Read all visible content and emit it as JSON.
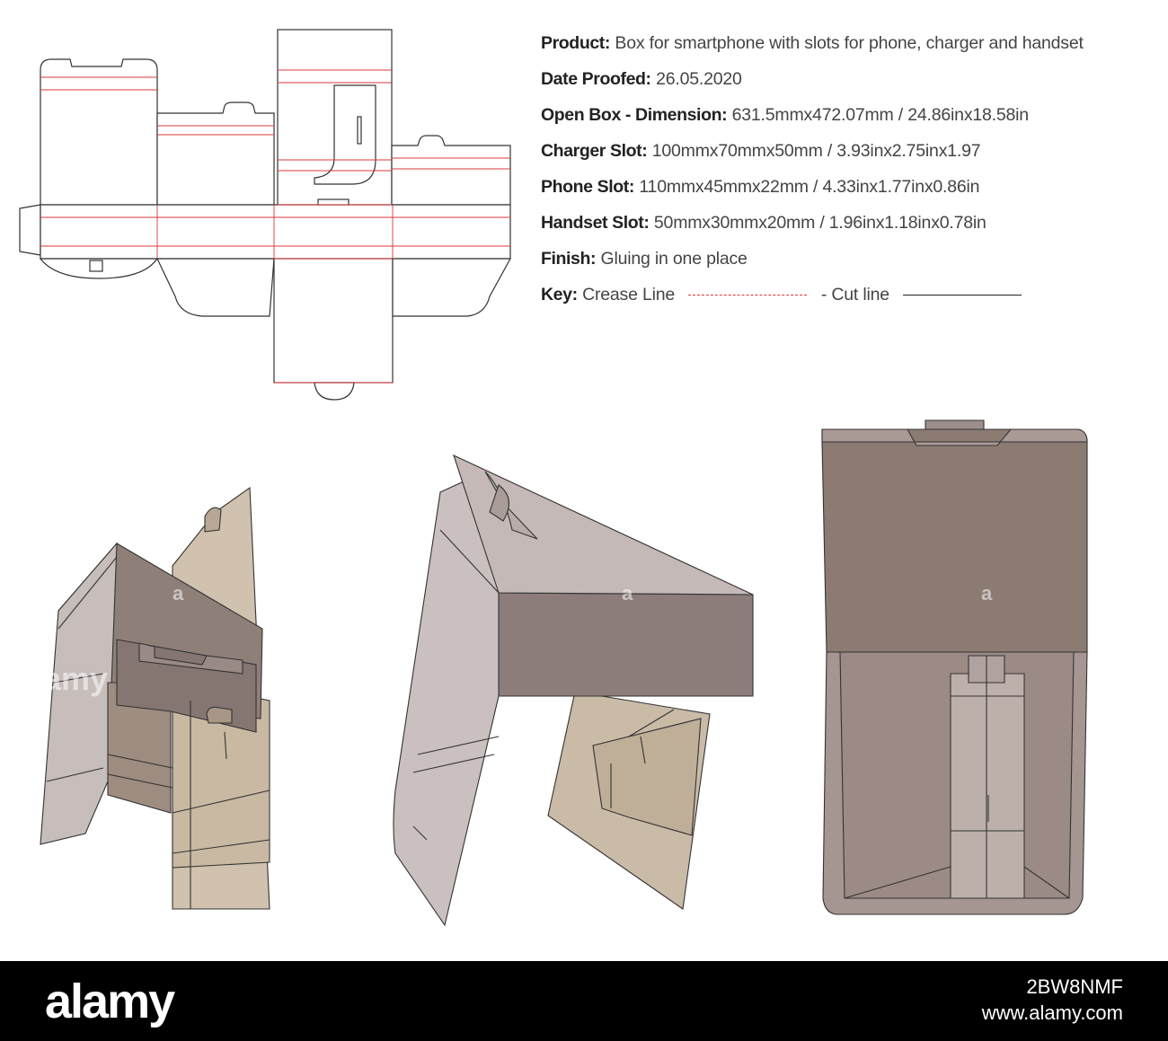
{
  "specs": [
    {
      "label": "Product:",
      "value": "Box for smartphone with slots for phone, charger and handset"
    },
    {
      "label": "Date Proofed:",
      "value": "26.05.2020"
    },
    {
      "label": "Open Box - Dimension:",
      "value": "631.5mmx472.07mm / 24.86inx18.58in"
    },
    {
      "label": "Charger Slot:",
      "value": "100mmx70mmx50mm / 3.93inx2.75inx1.97"
    },
    {
      "label": "Phone Slot:",
      "value": "110mmx45mmx22mm / 4.33inx1.77inx0.86in"
    },
    {
      "label": "Handset Slot:",
      "value": "50mmx30mmx20mm / 1.96inx1.18inx0.78in"
    },
    {
      "label": "Finish:",
      "value": "Gluing in one place"
    }
  ],
  "key": {
    "label": "Key:",
    "crease": "Crease Line",
    "cut": "- Cut line"
  },
  "colors": {
    "crease": "#d9383a",
    "cut": "#222222",
    "board_light": "#cbc3c2",
    "board_mid": "#a09592",
    "board_dark": "#8a7b76",
    "kraft": "#d2c5b2"
  },
  "watermark": {
    "letter": "a",
    "partial": "amy"
  },
  "footer": {
    "brand": "alamy",
    "image_id": "2BW8NMF",
    "site": "www.alamy.com"
  }
}
